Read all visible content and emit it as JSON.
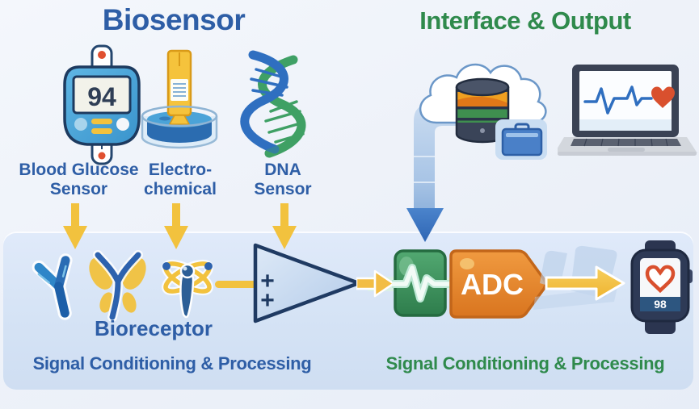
{
  "titles": {
    "biosensor": "Biosensor",
    "interface_output": "Interface & Output"
  },
  "sensors": [
    {
      "label": [
        "Blood Glucose",
        "Sensor"
      ],
      "reading": "94"
    },
    {
      "label": [
        "Electro-",
        "chemical"
      ]
    },
    {
      "label": [
        "DNA",
        "Sensor"
      ]
    }
  ],
  "processing": {
    "bioreceptor_label": "Bioreceptor",
    "left_caption": "Signal Conditioning & Processing",
    "right_caption": "Signal Conditioning & Processing",
    "amplifier_plus": "+",
    "adc_label": "ADC",
    "watch_reading": "98"
  },
  "colors": {
    "title_blue": "#2e5ea6",
    "title_green": "#2f8a4c",
    "panel_blue": "#d6e3f5",
    "arrow_yellow": "#f2c23e",
    "arrow_blue": "#3a78c8",
    "block_green": "#3f9b5f",
    "adc_orange": "#e8872e",
    "heart_red": "#d9502e",
    "meter_blue": "#49a8dc"
  }
}
